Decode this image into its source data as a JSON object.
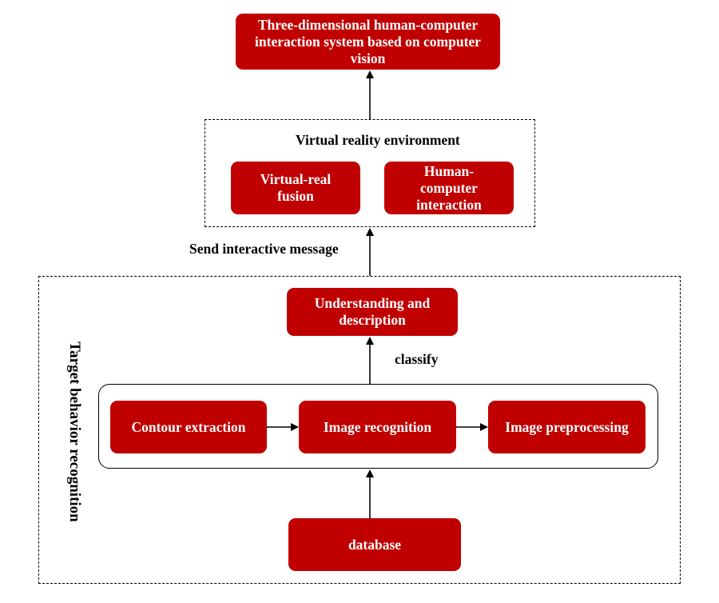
{
  "nodes": {
    "system": "Three-dimensional human-computer interaction system based on computer vision",
    "vr_title": "Virtual reality environment",
    "virtual_real_fusion": "Virtual-real fusion",
    "human_computer_interaction": "Human-computer interaction",
    "understanding": "Understanding and description",
    "contour_extraction": "Contour extraction",
    "image_recognition": "Image recognition",
    "image_preprocessing": "Image preprocessing",
    "database": "database"
  },
  "edges": {
    "send_message": "Send interactive message",
    "classify": "classify"
  },
  "groups": {
    "target_behavior": "Target behavior recognition"
  },
  "colors": {
    "box_fill": "#c00000",
    "box_text": "#ffffff",
    "line": "#000000"
  }
}
